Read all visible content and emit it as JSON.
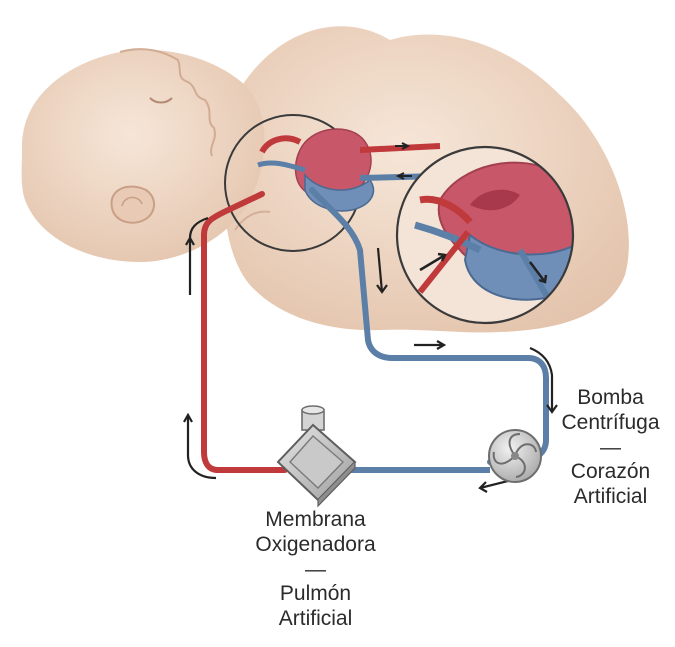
{
  "pump_label": {
    "line1": "Bomba",
    "line2": "Centrífuga",
    "separator": "—",
    "line3": "Corazón",
    "line4": "Artificial"
  },
  "oxygenator_label": {
    "line1": "Membrana",
    "line2": "Oxigenadora",
    "separator": "—",
    "line3": "Pulmón",
    "line4": "Artificial"
  },
  "colors": {
    "skin": "#f1dccb",
    "skin_shadow": "#d9b8a1",
    "arterial_red": "#c0393b",
    "venous_blue": "#5b7fa6",
    "heart_pink": "#c9576a",
    "device_gray": "#bdbdbd",
    "outline": "#3a3a3a"
  }
}
